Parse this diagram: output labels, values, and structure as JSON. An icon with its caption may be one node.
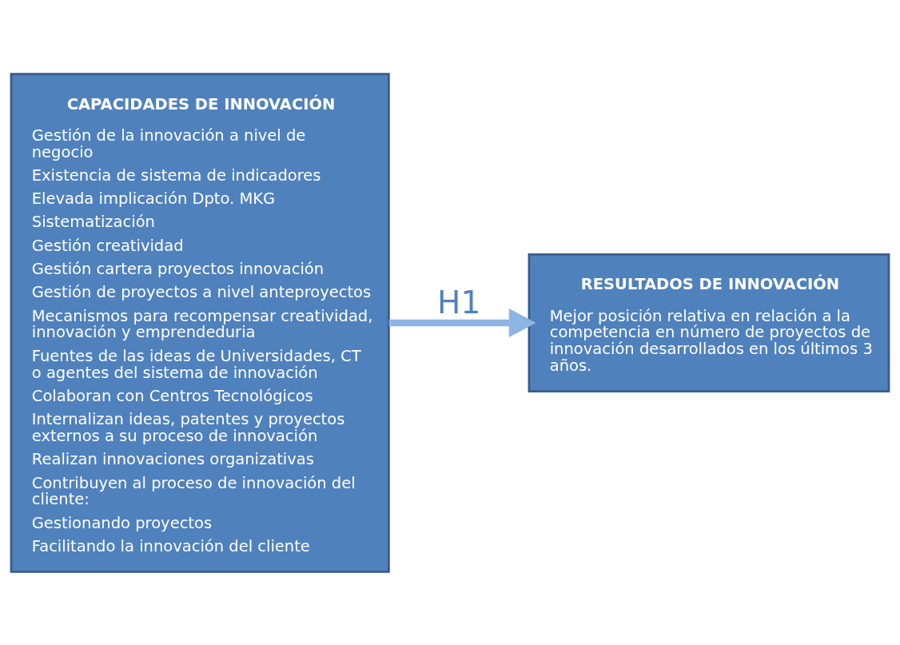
{
  "diagram": {
    "nodes": [
      {
        "text": [
          "CAPACIDADES DE INNOVACIÓN",
          "Gestión de la innovación a nivel de negocio",
          "Existencia de sistema de indicadores",
          "Elevada implicación Dpto. MKG",
          "Sistematización",
          "Gestión creatividad",
          "Gestión cartera proyectos innovación",
          "Gestión de proyectos a nivel anteproyectos",
          "Mecanismos para recompensar creatividad, innovación y emprendeduria",
          "Fuentes de las ideas de Universidades, CT o agentes del sistema de innovación",
          "Colaboran con Centros Tecnológicos",
          "Internalizan ideas, patentes y proyectos externos a su proceso de innovación",
          "Realizan innovaciones organizativas",
          "Contribuyen al proceso de innovación del cliente:",
          "Gestionando proyectos",
          "Facilitando la innovación del cliente"
        ]
      },
      {
        "text": [
          "RESULTADOS DE INNOVACIÓN",
          "Mejor posición relativa en relación a la competencia en número de proyectos de innovación desarrollados en los últimos 3 años."
        ]
      }
    ],
    "edges": [
      {
        "from": 0,
        "to": 1,
        "arrow": "to",
        "label": "H1"
      }
    ]
  }
}
